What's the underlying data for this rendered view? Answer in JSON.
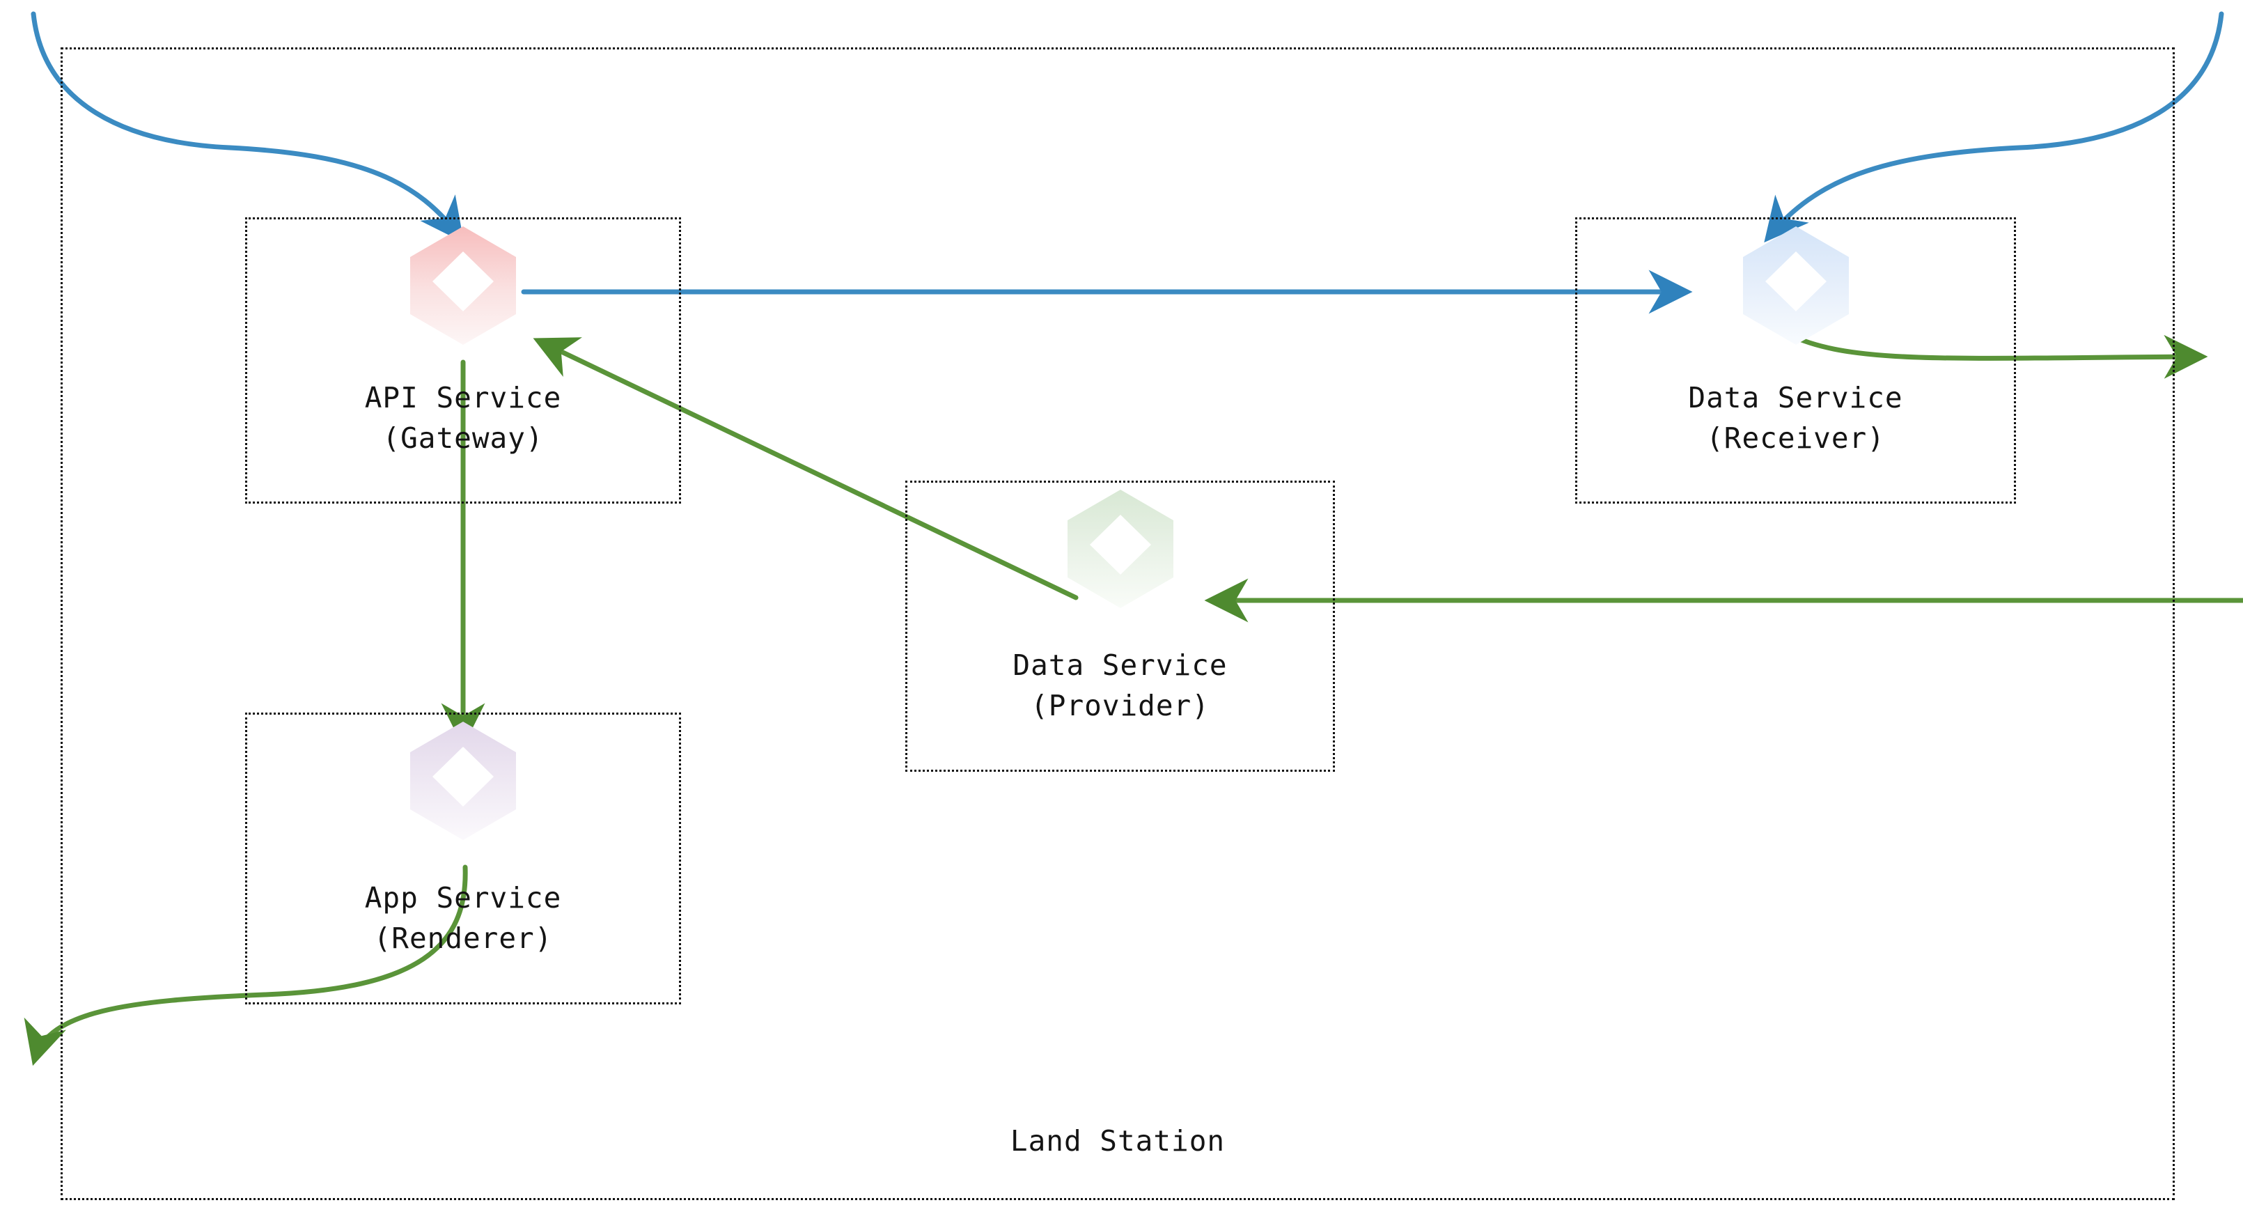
{
  "diagram": {
    "title": "Land Station",
    "boundary_label": "Land Station",
    "colors": {
      "flow_blue": "#3b8bc2",
      "flow_green": "#5a9439",
      "boundary_dotted": "#111111",
      "text": "#141414",
      "hex_api_top": "#f6c3c3",
      "hex_receiver_top": "#d8e6f7",
      "hex_provider_top": "#dcead8",
      "hex_renderer_top": "#e3daea"
    }
  },
  "nodes": [
    {
      "id": "api-service-gateway",
      "icon": "hexagon-icon",
      "icon_color": "#f6c3c3",
      "label_line1": "API Service",
      "label_line2": "(Gateway)"
    },
    {
      "id": "data-service-receiver",
      "icon": "hexagon-icon",
      "icon_color": "#d8e6f7",
      "label_line1": "Data Service",
      "label_line2": "(Receiver)"
    },
    {
      "id": "data-service-provider",
      "icon": "hexagon-icon",
      "icon_color": "#dcead8",
      "label_line1": "Data Service",
      "label_line2": "(Provider)"
    },
    {
      "id": "app-service-renderer",
      "icon": "hexagon-icon",
      "icon_color": "#e3daea",
      "label_line1": "App Service",
      "label_line2": "(Renderer)"
    }
  ],
  "connections": [
    {
      "id": "external-in-left-to-api",
      "color": "#3b8bc2",
      "from": "external-left",
      "to": "api-service-gateway"
    },
    {
      "id": "external-in-right-to-receiver",
      "color": "#3b8bc2",
      "from": "external-right",
      "to": "data-service-receiver"
    },
    {
      "id": "api-to-receiver",
      "color": "#3b8bc2",
      "from": "api-service-gateway",
      "to": "data-service-receiver"
    },
    {
      "id": "receiver-to-external-right",
      "color": "#5a9439",
      "from": "data-service-receiver",
      "to": "external-right"
    },
    {
      "id": "external-right-to-provider",
      "color": "#5a9439",
      "from": "external-right",
      "to": "data-service-provider"
    },
    {
      "id": "provider-to-api",
      "color": "#5a9439",
      "from": "data-service-provider",
      "to": "api-service-gateway"
    },
    {
      "id": "api-to-renderer",
      "color": "#5a9439",
      "from": "api-service-gateway",
      "to": "app-service-renderer"
    },
    {
      "id": "renderer-to-external-left",
      "color": "#5a9439",
      "from": "app-service-renderer",
      "to": "external-left"
    }
  ]
}
